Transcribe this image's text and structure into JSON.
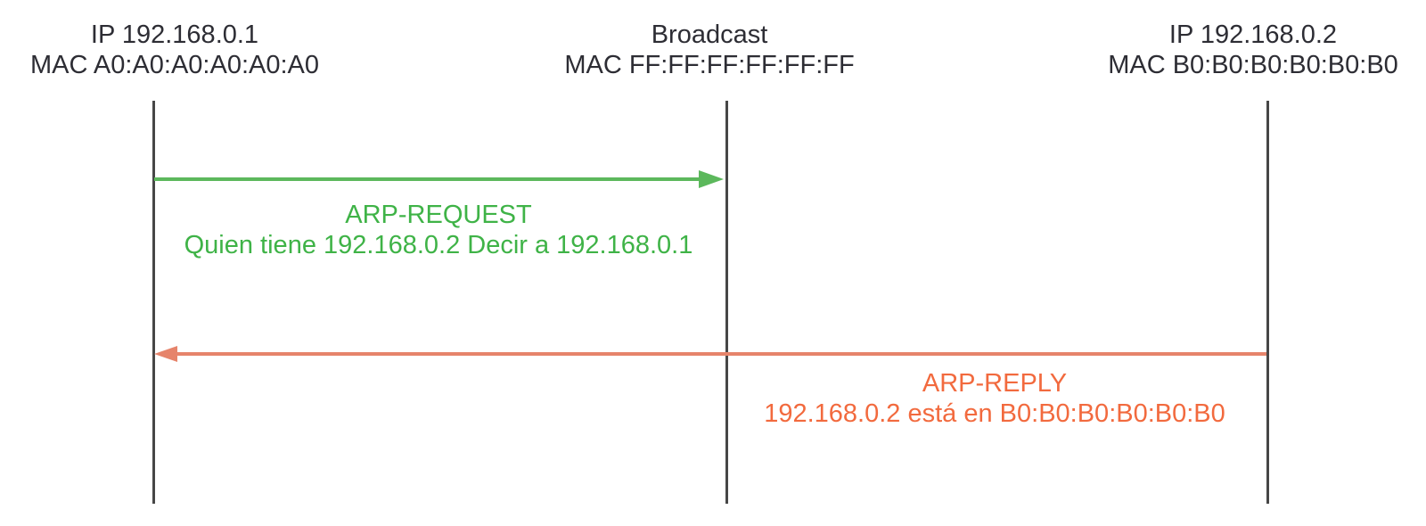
{
  "colors": {
    "background": "#ffffff",
    "header-text": "#2d2d34",
    "lifeline": "#474747",
    "request-text": "#3fb347",
    "request-line": "#5cb85c",
    "reply-text": "#f26a3e",
    "reply-line": "#e6846b"
  },
  "actors": [
    {
      "name": "host-a",
      "line1": "IP 192.168.0.1",
      "line2": "MAC A0:A0:A0:A0:A0:A0"
    },
    {
      "name": "broadcast",
      "line1": "Broadcast",
      "line2": "MAC FF:FF:FF:FF:FF:FF"
    },
    {
      "name": "host-b",
      "line1": "IP 192.168.0.2",
      "line2": "MAC B0:B0:B0:B0:B0:B0"
    }
  ],
  "messages": [
    {
      "name": "arp-request",
      "from": "host-a",
      "to": "broadcast",
      "label": "ARP-REQUEST",
      "detail": "Quien tiene 192.168.0.2 Decir a 192.168.0.1"
    },
    {
      "name": "arp-reply",
      "from": "host-b",
      "to": "host-a",
      "label": "ARP-REPLY",
      "detail": "192.168.0.2 está en B0:B0:B0:B0:B0:B0"
    }
  ]
}
